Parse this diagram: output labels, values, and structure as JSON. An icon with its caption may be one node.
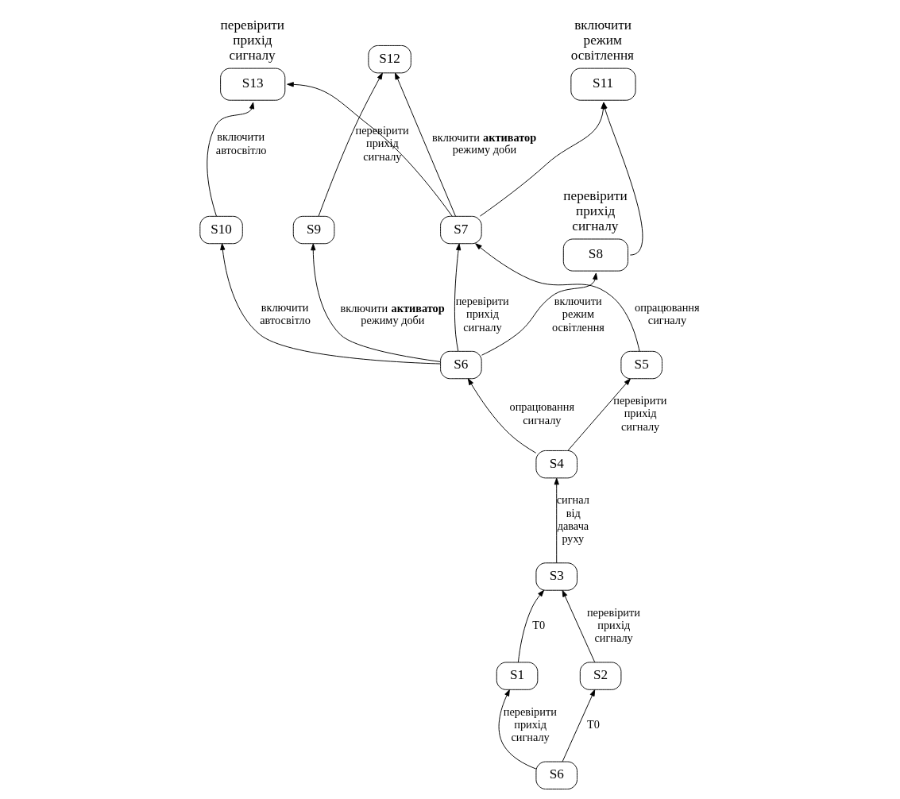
{
  "diagram": {
    "nodes": [
      {
        "text": [
          "S13"
        ],
        "beside": [
          "перевірити прихід сигналу"
        ]
      },
      {
        "text": [
          "S8"
        ],
        "beside": [
          "перевірити прихід сигналу"
        ]
      },
      {
        "text": [
          "S11"
        ],
        "beside": [
          "включити режим освітлення"
        ]
      },
      {
        "text": [
          "S10"
        ]
      },
      {
        "text": [
          "S7"
        ]
      },
      {
        "text": [
          "S12"
        ]
      },
      {
        "text": [
          "S6"
        ]
      },
      {
        "text": [
          "S9"
        ]
      },
      {
        "text": [
          "S5"
        ]
      },
      {
        "text": [
          "S4"
        ]
      },
      {
        "text": [
          "S3"
        ]
      },
      {
        "text": [
          "S1"
        ]
      },
      {
        "text": [
          "S2"
        ]
      },
      {
        "text": [
          "S6"
        ]
      }
    ],
    "edges": [
      {
        "from": 13,
        "to": 11,
        "arrow": "to",
        "label": "перевірити прихід сигналу"
      },
      {
        "from": 13,
        "to": 12,
        "arrow": "to",
        "label": "T0"
      },
      {
        "from": 11,
        "to": 10,
        "arrow": "to",
        "label": "T0"
      },
      {
        "from": 12,
        "to": 10,
        "arrow": "to",
        "label": "перевірити прихід сигналу"
      },
      {
        "from": 10,
        "to": 9,
        "arrow": "to",
        "label": "сигнал від давача руху"
      },
      {
        "from": 9,
        "to": 6,
        "arrow": "to",
        "label": "опрацювання сигналу"
      },
      {
        "from": 9,
        "to": 8,
        "arrow": "to",
        "label": "перевірити прихід сигналу"
      },
      {
        "from": 6,
        "to": 3,
        "arrow": "to",
        "label": "включити автосвітло"
      },
      {
        "from": 3,
        "to": 0,
        "arrow": "to",
        "label": "включити автосвітло"
      },
      {
        "from": 6,
        "to": 1,
        "arrow": "to",
        "label": "включити режим освітлення"
      },
      {
        "from": 6,
        "to": 4,
        "arrow": "to",
        "label": "перевірити прихід сигналу"
      },
      {
        "from": 6,
        "to": 7,
        "arrow": "to",
        "label": "включити **активатор** режиму доби"
      },
      {
        "from": 4,
        "to": 0,
        "arrow": "to"
      },
      {
        "from": 4,
        "to": 2,
        "arrow": "to"
      },
      {
        "from": 4,
        "to": 5,
        "arrow": "to",
        "label": "включити **активатор** режиму доби"
      },
      {
        "from": 1,
        "to": 2,
        "arrow": "to"
      },
      {
        "from": 8,
        "to": 4,
        "arrow": "to",
        "label": "опрацювання сигналу"
      },
      {
        "from": 7,
        "to": 5,
        "arrow": "to",
        "label": "перевірити прихід сигналу"
      }
    ]
  }
}
